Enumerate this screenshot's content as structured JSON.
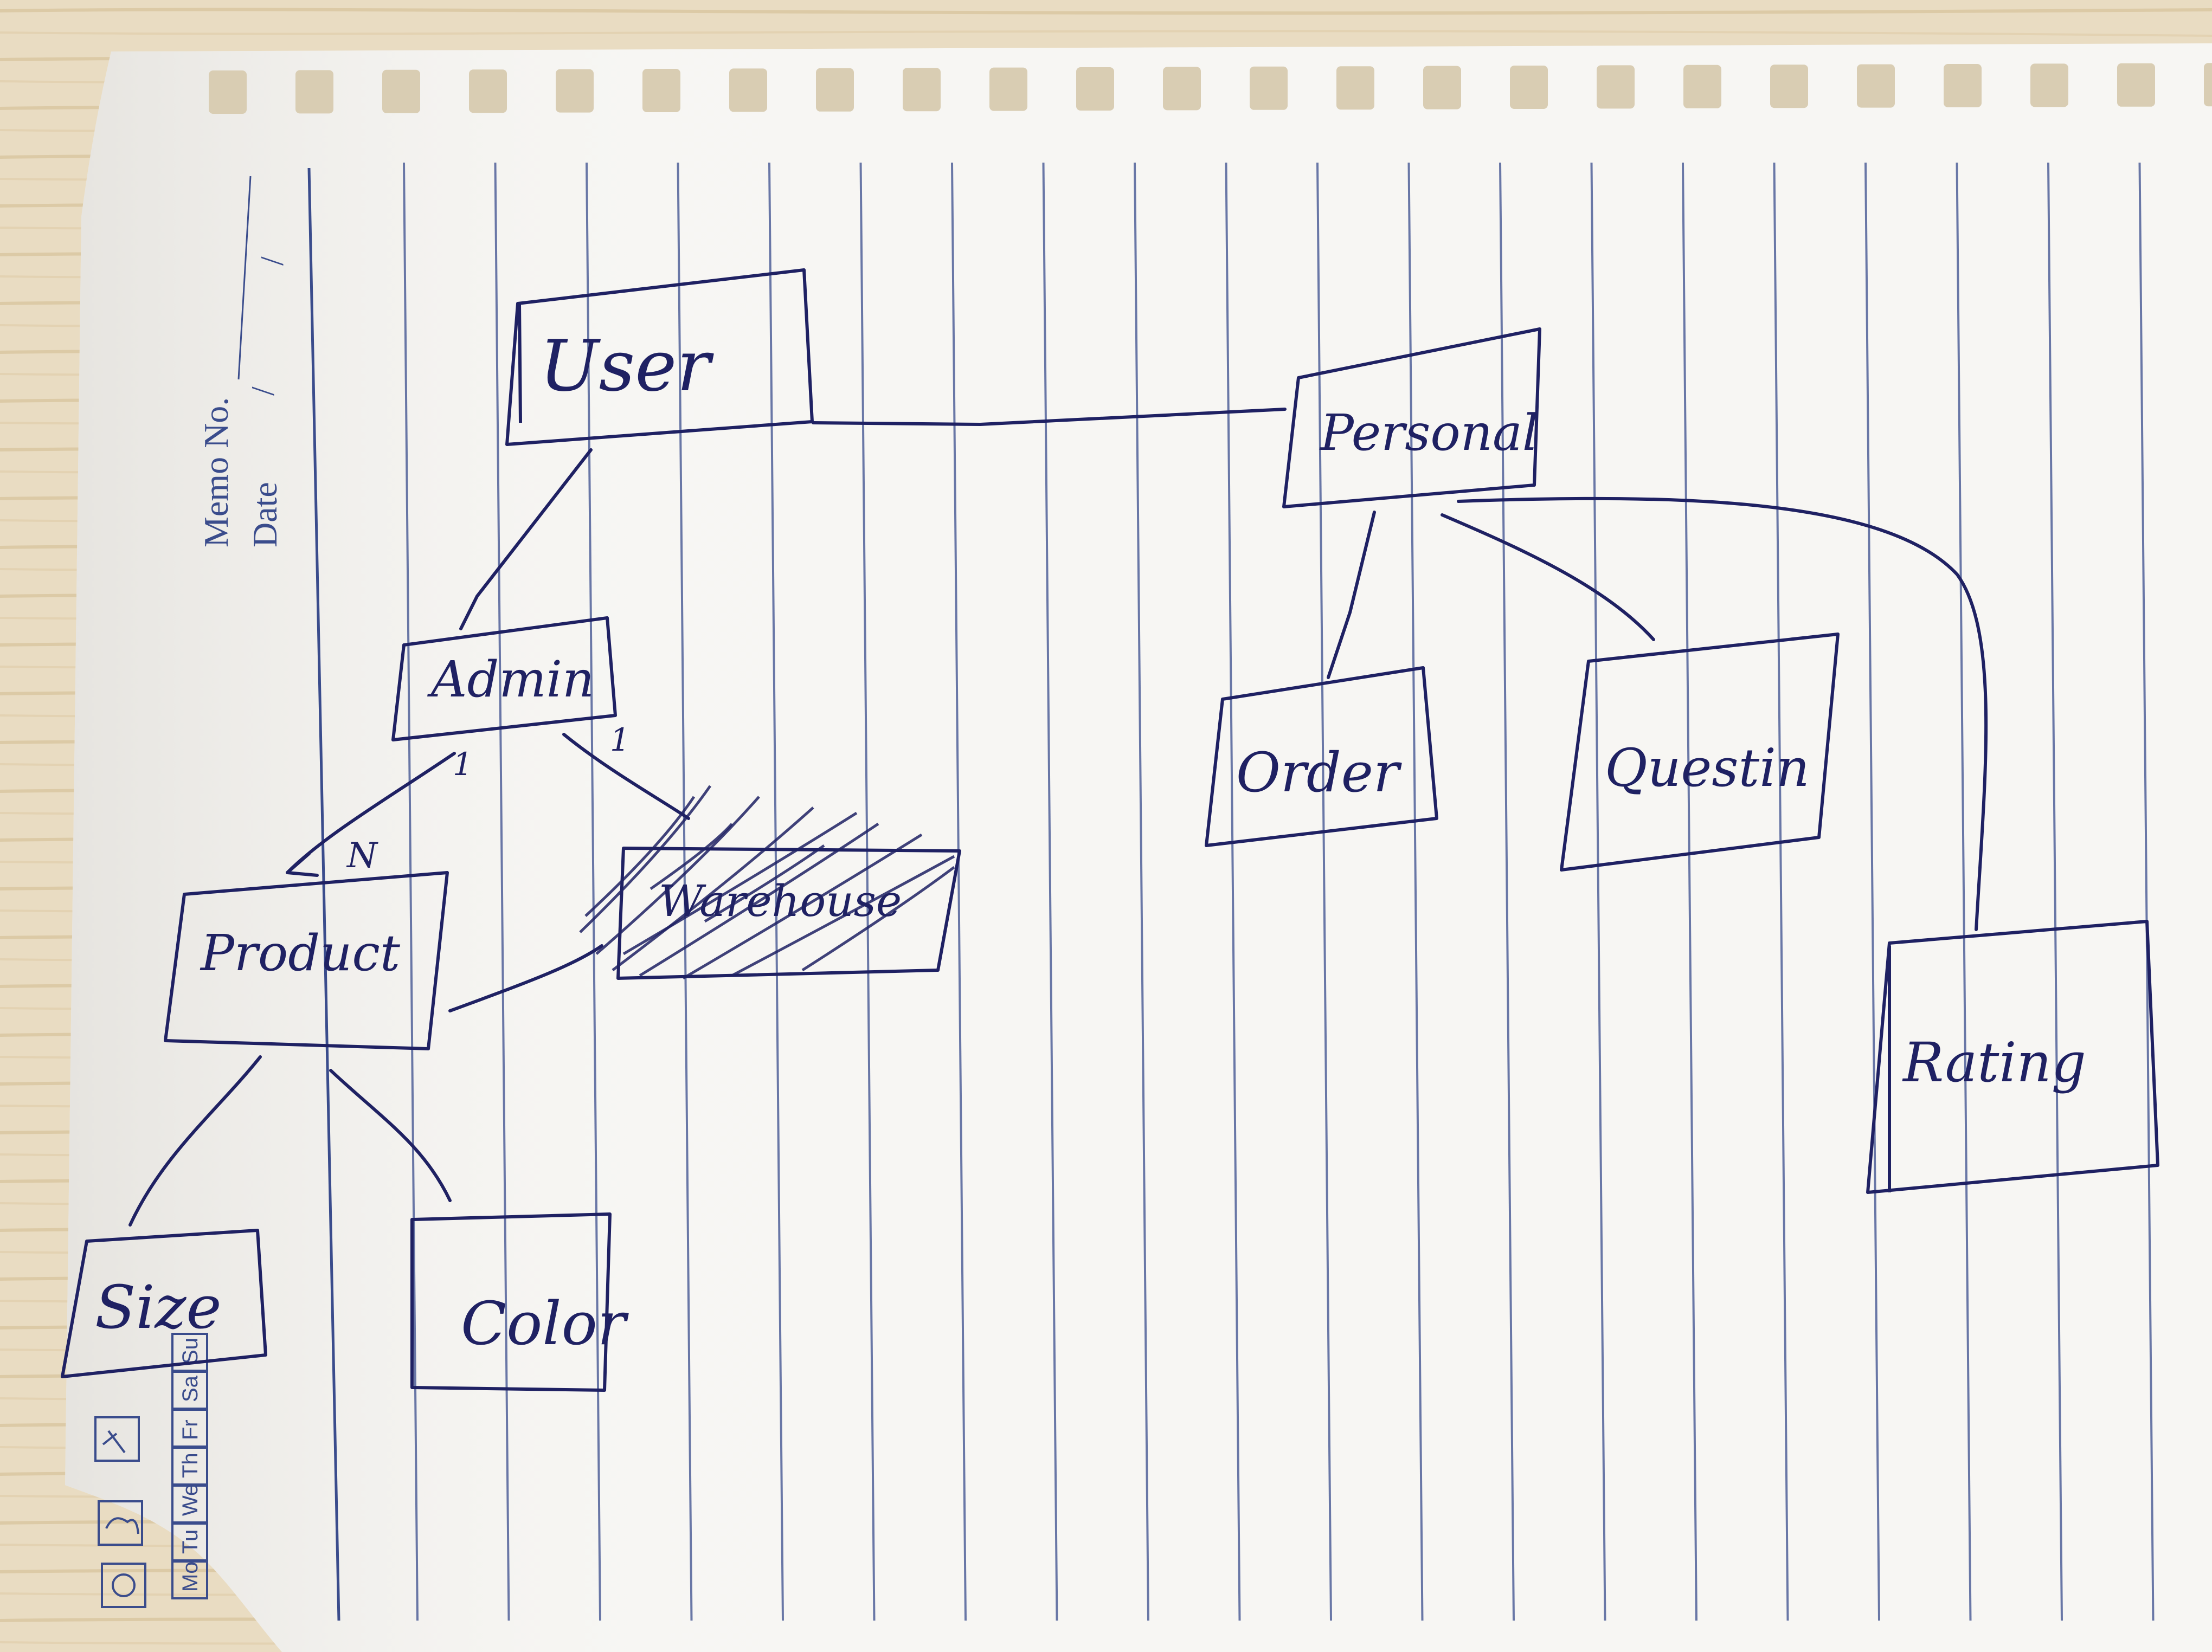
{
  "memo": {
    "memo_label": "Memo No.",
    "date_label": "Date",
    "date_separator": "/",
    "weekdays": [
      "Mo",
      "Tu",
      "We",
      "Th",
      "Fr",
      "Sa",
      "Su"
    ]
  },
  "diagram": {
    "nodes": {
      "user": "User",
      "personal": "Personal",
      "admin": "Admin",
      "order": "Order",
      "question": "Questin",
      "product": "Product",
      "warehouse": "Warehouse",
      "rating": "Rating",
      "size": "Size",
      "color": "Color"
    },
    "cardinality": {
      "admin_to_product": "1",
      "product_from_admin": "N",
      "admin_to_warehouse": "1"
    }
  },
  "colors": {
    "ink": "#1f2163",
    "rule_line": "#3a4c8c",
    "paper": "#f7f6f3",
    "desk": "#e9dcc2"
  }
}
